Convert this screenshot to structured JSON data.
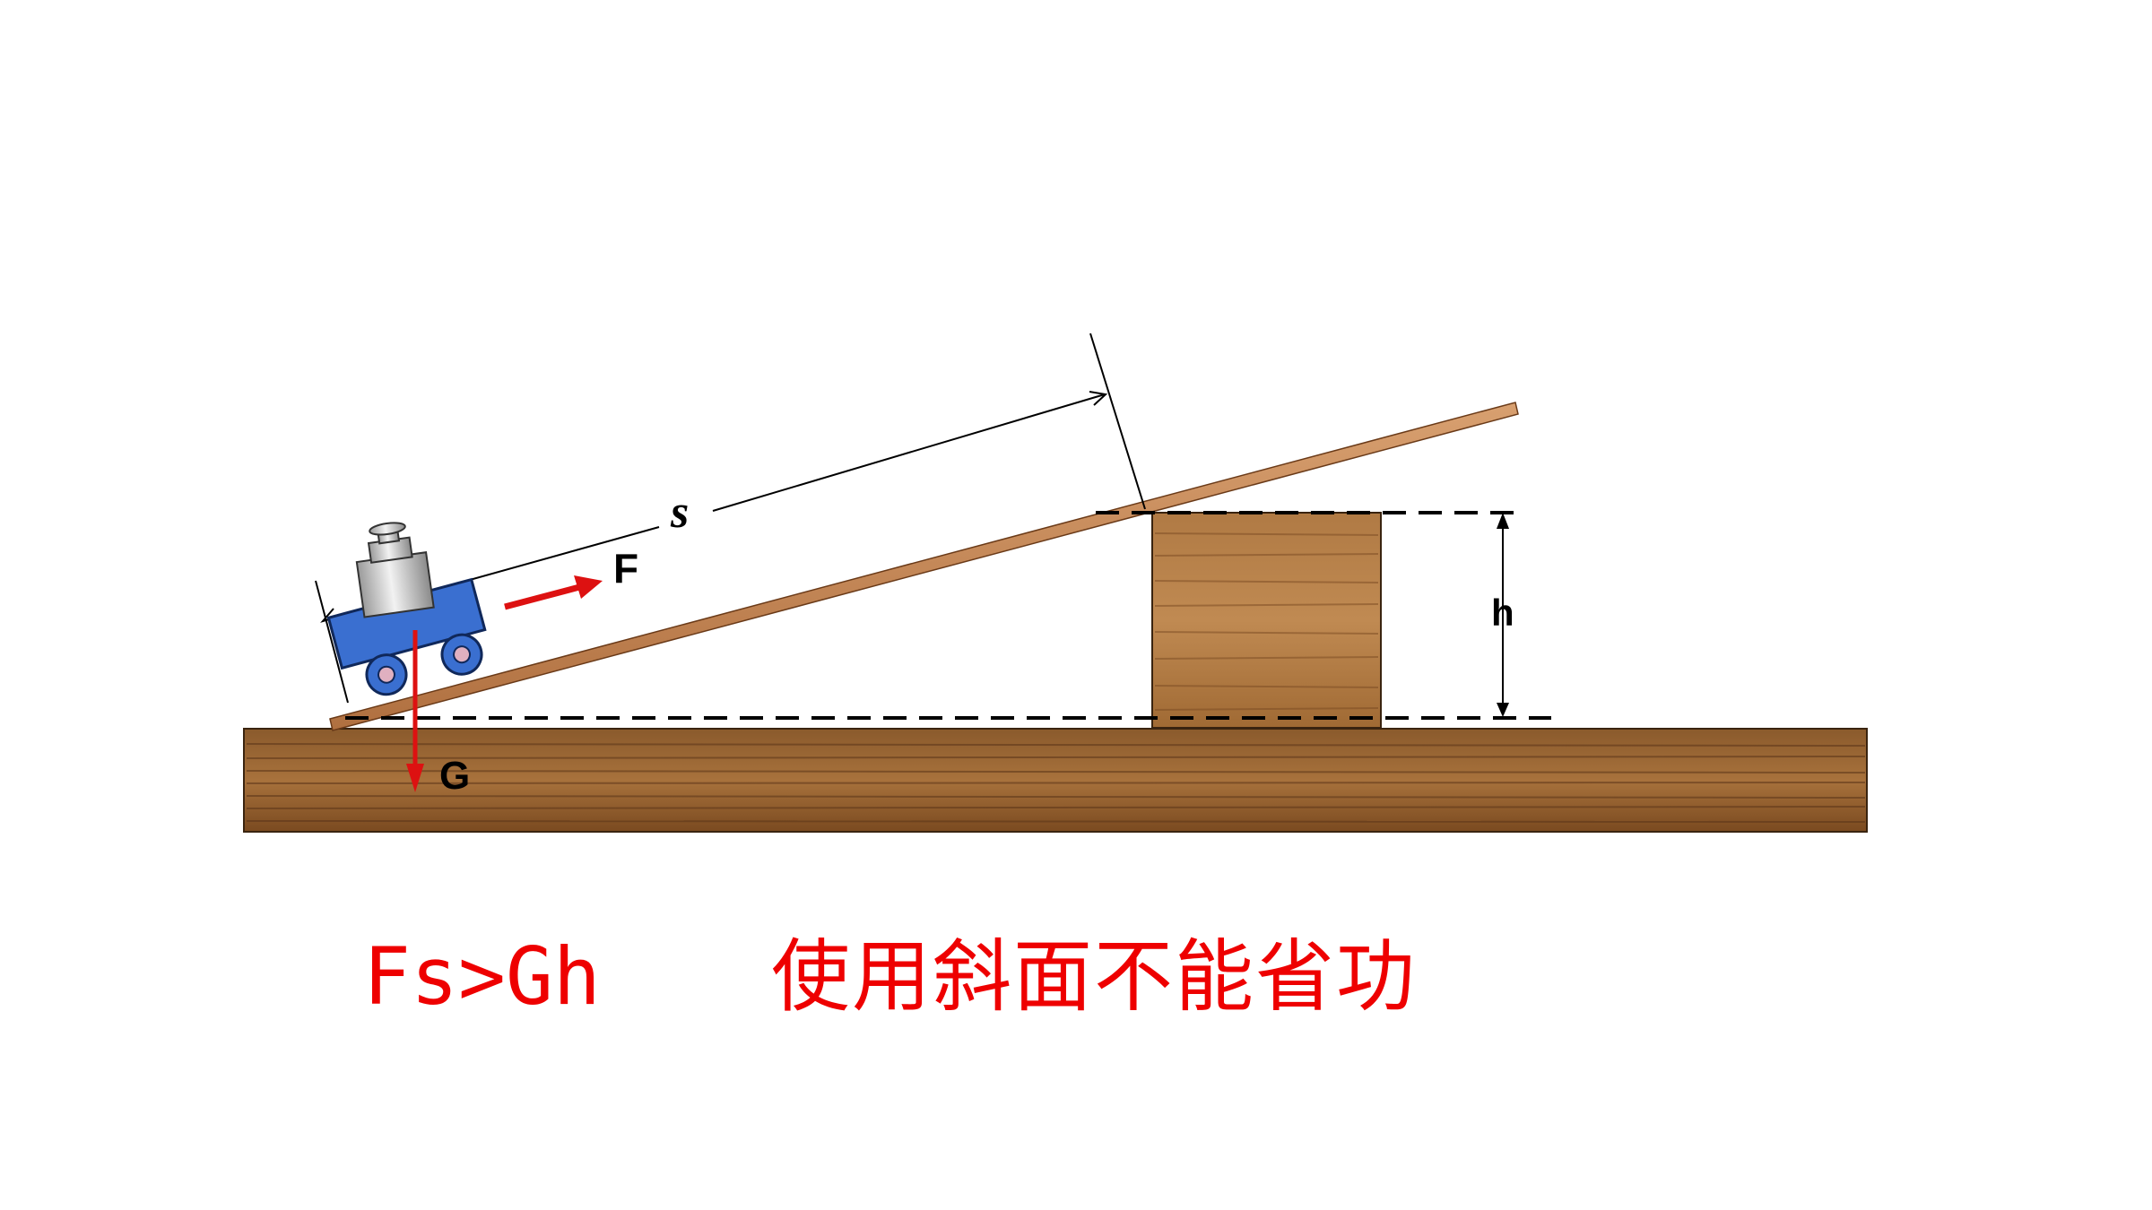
{
  "labels": {
    "slope_length": "s",
    "pull_force": "F",
    "gravity": "G",
    "height": "h"
  },
  "captions": {
    "formula": "Fs>Gh",
    "conclusion": "使用斜面不能省功"
  },
  "colors": {
    "background": "#ffffff",
    "wood": "#9a6a3a",
    "wood_dark": "#7a4a22",
    "cart_body": "#3a6fd0",
    "arrow_red": "#dd1111",
    "caption_red": "#ee0000"
  },
  "icons": {
    "weight": "weight-icon",
    "cart": "cart-icon"
  }
}
